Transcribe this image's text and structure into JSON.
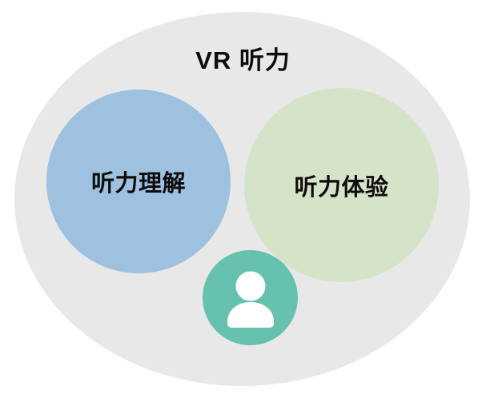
{
  "diagram": {
    "type": "venn-concept",
    "title": "VR 听力",
    "background_color": "#ffffff",
    "outer_shape": {
      "name": "outer-ellipse",
      "fill": "#e8e8e8"
    },
    "lobes": [
      {
        "id": "listening-comprehension",
        "label": "听力理解",
        "fill": "#9dc1df"
      },
      {
        "id": "listening-experience",
        "label": "听力体验",
        "fill": "#d5e3c8"
      }
    ],
    "badge": {
      "id": "user-badge",
      "icon": "user-icon",
      "fill": "#66c2af",
      "icon_color": "#ffffff"
    }
  }
}
